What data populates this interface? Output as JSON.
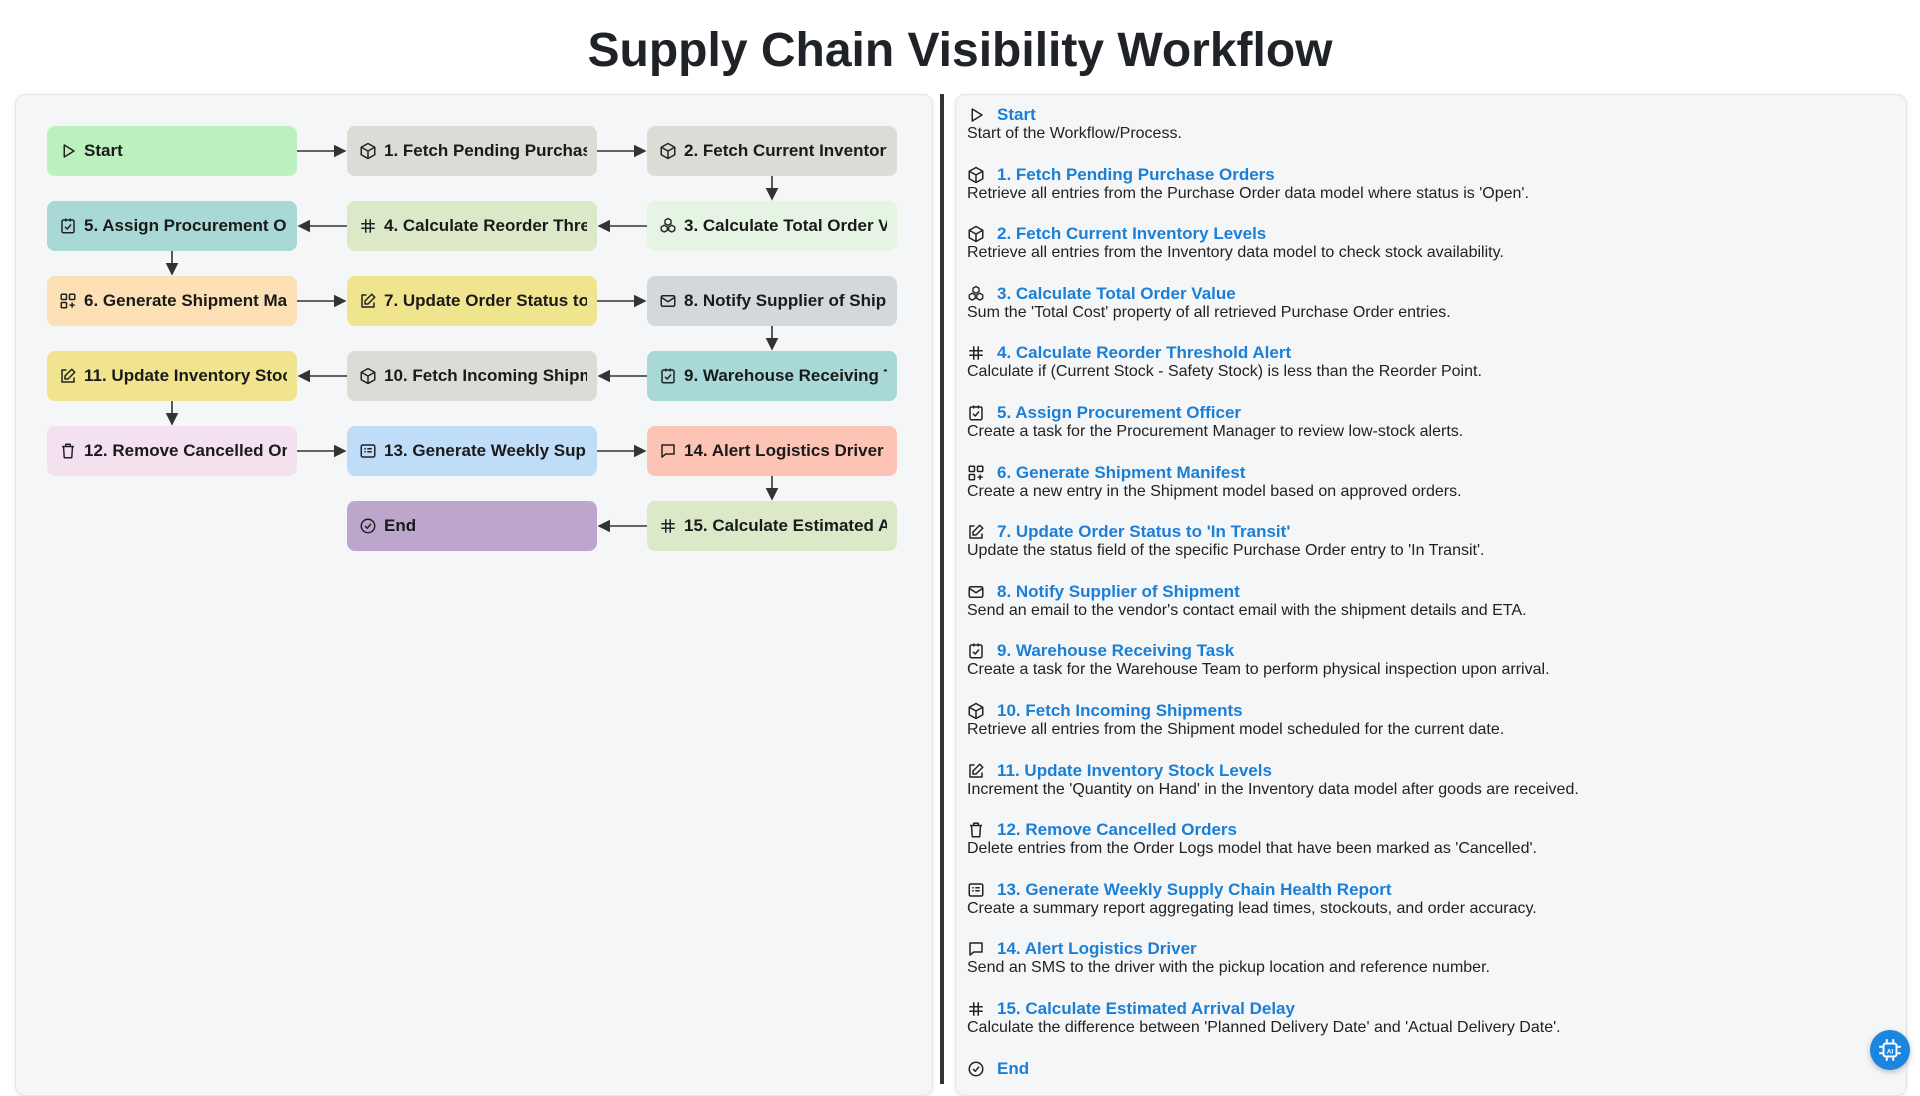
{
  "title": "Supply Chain Visibility Workflow",
  "nodes": [
    {
      "id": "start",
      "label": "Start",
      "icon": "play-icon",
      "color": "#bdf0bf"
    },
    {
      "id": "n1",
      "label": "1. Fetch Pending Purchase Orders",
      "icon": "cube-icon",
      "color": "#d9ddd6"
    },
    {
      "id": "n2",
      "label": "2. Fetch Current Inventory Levels",
      "icon": "cube-icon",
      "color": "#d9ddd6"
    },
    {
      "id": "n3",
      "label": "3. Calculate Total Order Value",
      "icon": "cubes-icon",
      "color": "#e6f4e3"
    },
    {
      "id": "n4",
      "label": "4. Calculate Reorder Threshold Alert",
      "icon": "hash-icon",
      "color": "#dce9c9"
    },
    {
      "id": "n5",
      "label": "5. Assign Procurement Officer",
      "icon": "task-check-icon",
      "color": "#a9d9d6"
    },
    {
      "id": "n6",
      "label": "6. Generate Shipment Manifest",
      "icon": "grid-plus-icon",
      "color": "#fde0b5"
    },
    {
      "id": "n7",
      "label": "7. Update Order Status to 'In Transit'",
      "icon": "edit-icon",
      "color": "#f0e48f"
    },
    {
      "id": "n8",
      "label": "8. Notify Supplier of Shipment",
      "icon": "mail-icon",
      "color": "#d3d8db"
    },
    {
      "id": "n9",
      "label": "9. Warehouse Receiving Task",
      "icon": "task-check-icon",
      "color": "#a9d9d6"
    },
    {
      "id": "n10",
      "label": "10. Fetch Incoming Shipments",
      "icon": "cube-icon",
      "color": "#d9ddd6"
    },
    {
      "id": "n11",
      "label": "11. Update Inventory Stock Levels",
      "icon": "edit-icon",
      "color": "#f0e48f"
    },
    {
      "id": "n12",
      "label": "12. Remove Cancelled Orders",
      "icon": "trash-icon",
      "color": "#f3e1f0"
    },
    {
      "id": "n13",
      "label": "13. Generate Weekly Supply Chain Health Report",
      "icon": "report-icon",
      "color": "#bfdcf8"
    },
    {
      "id": "n14",
      "label": "14. Alert Logistics Driver",
      "icon": "chat-icon",
      "color": "#fdc3b5"
    },
    {
      "id": "n15",
      "label": "15. Calculate Estimated Arrival Delay",
      "icon": "hash-icon",
      "color": "#dce9c9"
    },
    {
      "id": "end",
      "label": "End",
      "icon": "check-circle-icon",
      "color": "#bda6cc"
    }
  ],
  "steps": [
    {
      "title": "Start",
      "desc": "Start of the Workflow/Process.",
      "icon": "play-icon"
    },
    {
      "title": "1. Fetch Pending Purchase Orders",
      "desc": "Retrieve all entries from the Purchase Order data model where status is 'Open'.",
      "icon": "cube-icon"
    },
    {
      "title": "2. Fetch Current Inventory Levels",
      "desc": "Retrieve all entries from the Inventory data model to check stock availability.",
      "icon": "cube-icon"
    },
    {
      "title": "3. Calculate Total Order Value",
      "desc": "Sum the 'Total Cost' property of all retrieved Purchase Order entries.",
      "icon": "cubes-icon"
    },
    {
      "title": "4. Calculate Reorder Threshold Alert",
      "desc": "Calculate if (Current Stock - Safety Stock) is less than the Reorder Point.",
      "icon": "hash-icon"
    },
    {
      "title": "5. Assign Procurement Officer",
      "desc": "Create a task for the Procurement Manager to review low-stock alerts.",
      "icon": "task-check-icon"
    },
    {
      "title": "6. Generate Shipment Manifest",
      "desc": "Create a new entry in the Shipment model based on approved orders.",
      "icon": "grid-plus-icon"
    },
    {
      "title": "7. Update Order Status to 'In Transit'",
      "desc": "Update the status field of the specific Purchase Order entry to 'In Transit'.",
      "icon": "edit-icon"
    },
    {
      "title": "8. Notify Supplier of Shipment",
      "desc": "Send an email to the vendor's contact email with the shipment details and ETA.",
      "icon": "mail-icon"
    },
    {
      "title": "9. Warehouse Receiving Task",
      "desc": "Create a task for the Warehouse Team to perform physical inspection upon arrival.",
      "icon": "task-check-icon"
    },
    {
      "title": "10. Fetch Incoming Shipments",
      "desc": "Retrieve all entries from the Shipment model scheduled for the current date.",
      "icon": "cube-icon"
    },
    {
      "title": "11. Update Inventory Stock Levels",
      "desc": "Increment the 'Quantity on Hand' in the Inventory data model after goods are received.",
      "icon": "edit-icon"
    },
    {
      "title": "12. Remove Cancelled Orders",
      "desc": "Delete entries from the Order Logs model that have been marked as 'Cancelled'.",
      "icon": "trash-icon"
    },
    {
      "title": "13. Generate Weekly Supply Chain Health Report",
      "desc": "Create a summary report aggregating lead times, stockouts, and order accuracy.",
      "icon": "report-icon"
    },
    {
      "title": "14. Alert Logistics Driver",
      "desc": "Send an SMS to the driver with the pickup location and reference number.",
      "icon": "chat-icon"
    },
    {
      "title": "15. Calculate Estimated Arrival Delay",
      "desc": "Calculate the difference between 'Planned Delivery Date' and 'Actual Delivery Date'.",
      "icon": "hash-icon"
    },
    {
      "title": "End",
      "desc": "",
      "icon": "check-circle-icon"
    }
  ],
  "colors": {
    "link": "#1b7fd6",
    "arrow": "#333333",
    "fab": "#1a86e0"
  },
  "fab_icon": "ai-chip-icon"
}
